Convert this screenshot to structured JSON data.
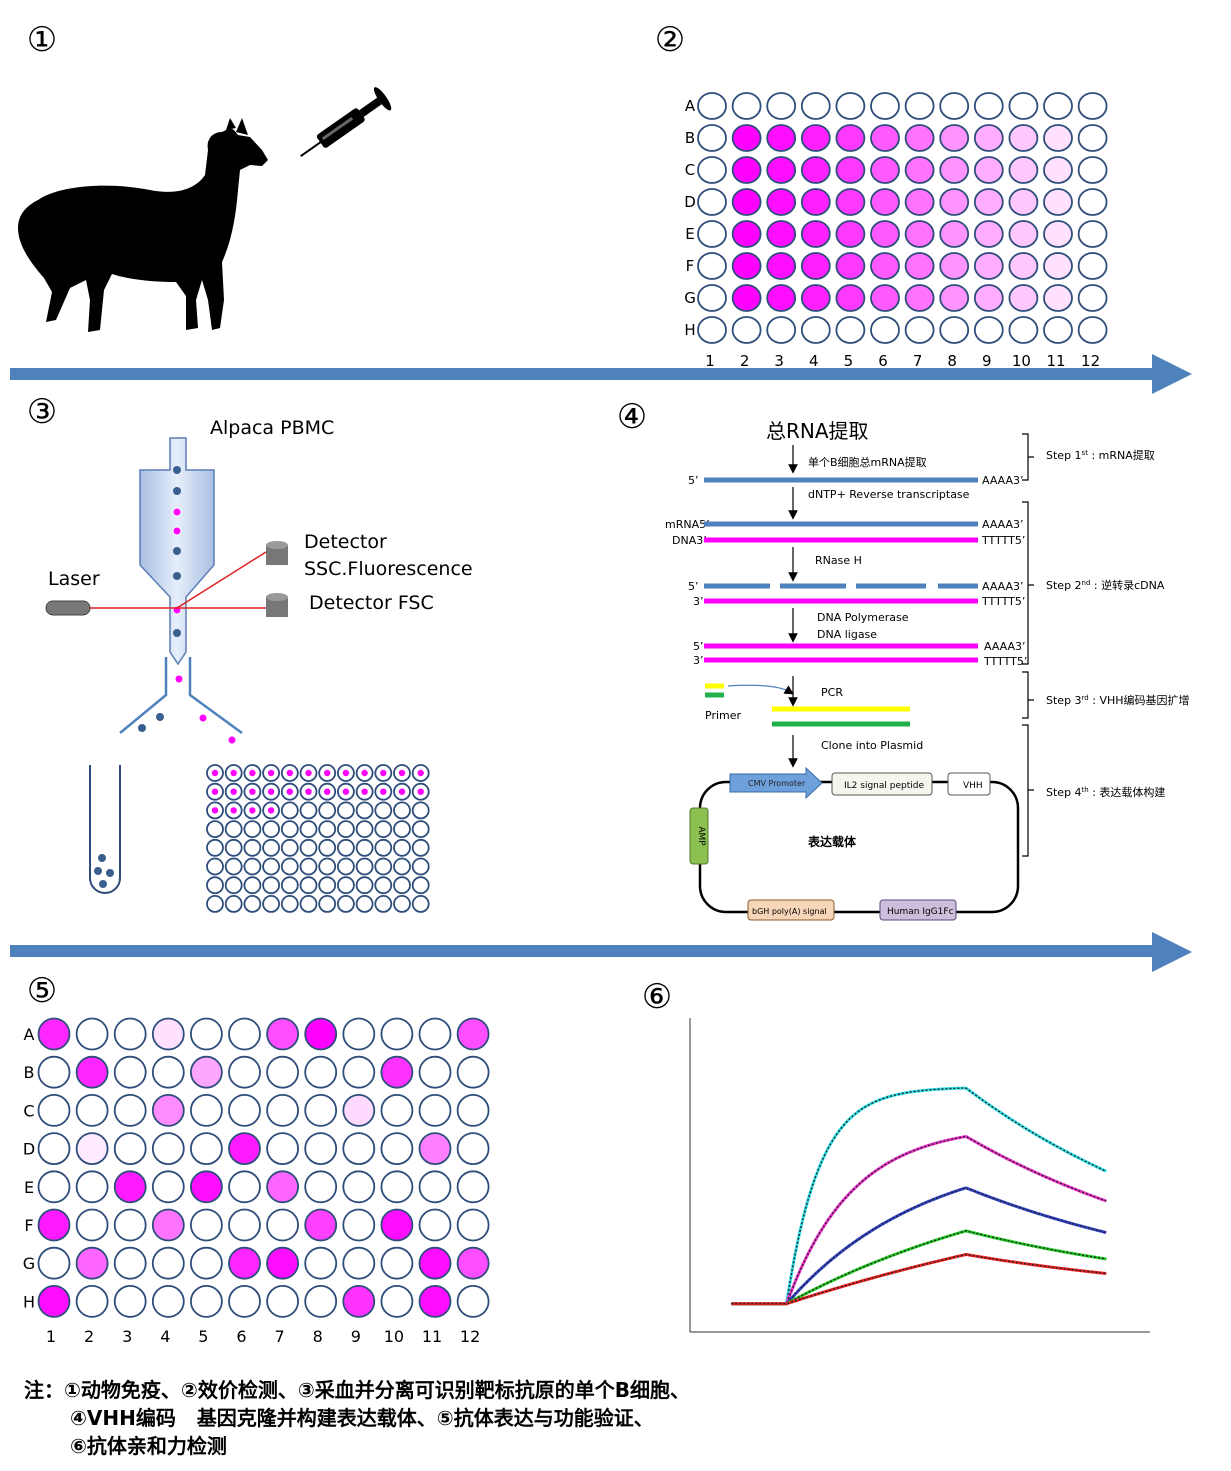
{
  "panels": {
    "p1": {
      "num": "①"
    },
    "p2": {
      "num": "②"
    },
    "p3": {
      "num": "③"
    },
    "p4": {
      "num": "④"
    },
    "p5": {
      "num": "⑤"
    },
    "p6": {
      "num": "⑥"
    }
  },
  "plate_rows": [
    "A",
    "B",
    "C",
    "D",
    "E",
    "F",
    "G",
    "H"
  ],
  "plate_cols": [
    "1",
    "2",
    "3",
    "4",
    "5",
    "6",
    "7",
    "8",
    "9",
    "10",
    "11",
    "12"
  ],
  "colors": {
    "arrow": "#4f81bd",
    "magenta": "#ff00ff",
    "well_stroke": "#2e4d7b",
    "cell": "#3a5f8f",
    "laser": "#e02020"
  },
  "titration_levels": [
    0,
    1.0,
    0.95,
    0.88,
    0.78,
    0.65,
    0.55,
    0.42,
    0.32,
    0.22,
    0.12,
    0
  ],
  "screen_plate": [
    [
      0.85,
      0,
      0,
      0.12,
      0,
      0,
      0.7,
      1.0,
      0,
      0,
      0,
      0.7
    ],
    [
      0,
      0.85,
      0,
      0,
      0.35,
      0,
      0,
      0,
      0,
      0.8,
      0,
      0
    ],
    [
      0,
      0,
      0,
      0.45,
      0,
      0,
      0,
      0,
      0.15,
      0,
      0,
      0
    ],
    [
      0,
      0.08,
      0,
      0,
      0,
      0.9,
      0,
      0,
      0,
      0,
      0.5,
      0
    ],
    [
      0,
      0,
      0.9,
      0,
      0.95,
      0,
      0.6,
      0,
      0,
      0,
      0,
      0
    ],
    [
      0.9,
      0,
      0,
      0.55,
      0,
      0,
      0,
      0.75,
      0,
      0.95,
      0,
      0
    ],
    [
      0,
      0.6,
      0,
      0,
      0,
      0.85,
      0.95,
      0,
      0,
      0,
      0.95,
      0.7
    ],
    [
      0.95,
      0,
      0,
      0,
      0,
      0,
      0,
      0,
      0.8,
      0,
      0.95,
      0
    ]
  ],
  "sort_plate": [
    [
      1,
      1,
      1,
      1,
      1,
      1,
      1,
      1,
      1,
      1,
      1,
      1
    ],
    [
      1,
      1,
      1,
      1,
      1,
      1,
      1,
      1,
      1,
      1,
      1,
      1
    ],
    [
      1,
      1,
      1,
      1,
      0,
      0,
      0,
      0,
      0,
      0,
      0,
      0
    ],
    [
      0,
      0,
      0,
      0,
      0,
      0,
      0,
      0,
      0,
      0,
      0,
      0
    ],
    [
      0,
      0,
      0,
      0,
      0,
      0,
      0,
      0,
      0,
      0,
      0,
      0
    ],
    [
      0,
      0,
      0,
      0,
      0,
      0,
      0,
      0,
      0,
      0,
      0,
      0
    ],
    [
      0,
      0,
      0,
      0,
      0,
      0,
      0,
      0,
      0,
      0,
      0,
      0
    ],
    [
      0,
      0,
      0,
      0,
      0,
      0,
      0,
      0,
      0,
      0,
      0,
      0
    ]
  ],
  "facs": {
    "sample": "Alpaca PBMC",
    "laser": "Laser",
    "detector1_line1": "Detector",
    "detector1_line2": "SSC.Fluorescence",
    "detector2": "Detector FSC"
  },
  "cloning": {
    "title": "总RNA提取",
    "s_mrna": "单个B细胞总mRNA提取",
    "s_rt": "dNTP+ Reverse transcriptase",
    "s_rnaseh": "RNase H",
    "s_pol": "DNA Polymerase",
    "s_lig": "DNA ligase",
    "s_pcr": "PCR",
    "s_primer": "Primer",
    "s_clone": "Clone into Plasmid",
    "five": "5’",
    "three": "3’",
    "aaaa": "AAAA3’",
    "ttttt": "TTTTT5’",
    "mrna5": "mRNA5’",
    "dna3": "DNA3’",
    "step1": "Step 1st : mRNA提取",
    "step2": "Step 2nd : 逆转录cDNA",
    "step3": "Step 3rd : VHH编码基因扩增",
    "step4": "Step 4th : 表达载体构建",
    "cmv": "CMV Promoter",
    "il2": "IL2 signal peptide",
    "vhh": "VHH",
    "amp": "AMP",
    "vector": "表达载体",
    "bgh": "bGH poly(A) signal",
    "fc": "Human IgG1Fc"
  },
  "chart_data": {
    "type": "line",
    "title": "",
    "xlabel": "",
    "ylabel": "",
    "x_range": [
      0,
      1.0
    ],
    "y_range": [
      0,
      1.0
    ],
    "grid": false,
    "association_start": 0.21,
    "dissociation_start": 0.6,
    "series": [
      {
        "color": "#33e0e8",
        "plateau": 0.78,
        "k_on": 14,
        "k_off": 1.6
      },
      {
        "color": "#ee33cc",
        "plateau": 0.66,
        "k_on": 7,
        "k_off": 1.6
      },
      {
        "color": "#3344cc",
        "plateau": 0.6,
        "k_on": 3.3,
        "k_off": 1.6
      },
      {
        "color": "#22cc22",
        "plateau": 0.59,
        "k_on": 1.6,
        "k_off": 1.6
      },
      {
        "color": "#ee2222",
        "plateau": 0.62,
        "k_on": 0.9,
        "k_off": 1.6
      }
    ]
  },
  "note": {
    "line1": "注：①动物免疫、②效价检测、③采血并分离可识别靶标抗原的单个B细胞、",
    "line2": "④VHH编码   基因克隆并构建表达载体、⑤抗体表达与功能验证、",
    "line3": "⑥抗体亲和力检测"
  }
}
